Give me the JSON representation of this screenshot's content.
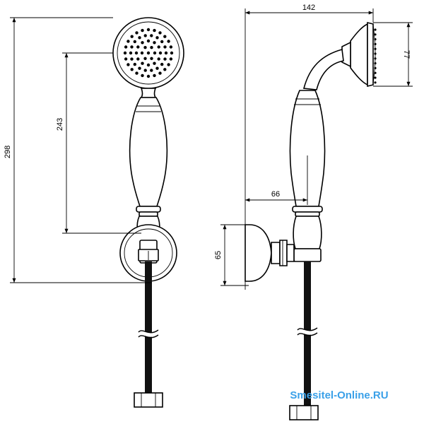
{
  "dimensions": {
    "total_height": "298",
    "head_to_holder": "243",
    "total_depth": "142",
    "head_diameter": "77",
    "holder_offset": "66",
    "holder_height": "65"
  },
  "watermark": {
    "text": "Smesitel-Online.RU",
    "color": "#3aa0e8"
  },
  "colors": {
    "line": "#000000",
    "hose": "#111111",
    "background": "#ffffff"
  }
}
